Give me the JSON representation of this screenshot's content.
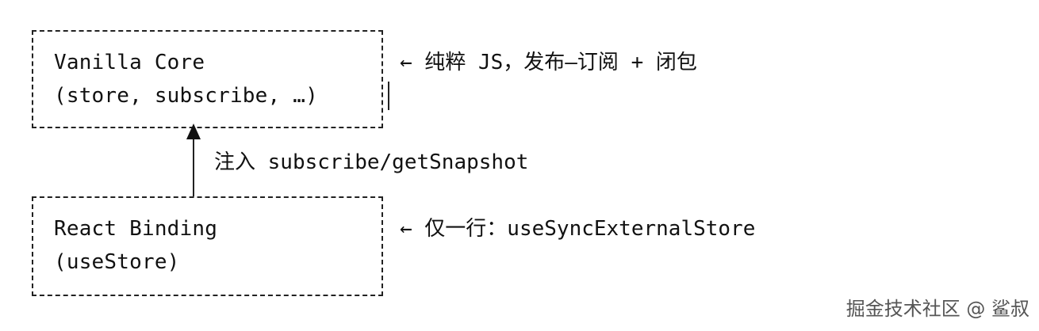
{
  "diagram": {
    "core_box": {
      "line1": "Vanilla Core",
      "line2": "(store, subscribe, …)"
    },
    "core_note": "← 纯粹 JS，发布–订阅 + 闭包",
    "connector": {
      "label": "注入 subscribe/getSnapshot"
    },
    "react_box": {
      "line1": "React Binding",
      "line2": "(useStore)"
    },
    "react_note": "← 仅一行：useSyncExternalStore"
  },
  "watermark": "掘金技术社区 @ 鲨叔"
}
